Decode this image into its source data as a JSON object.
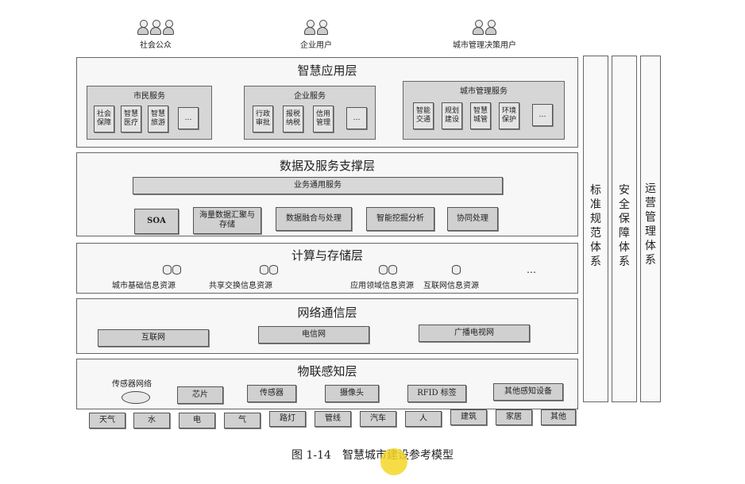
{
  "users": [
    {
      "label": "社会公众",
      "icon": "people-group-icon"
    },
    {
      "label": "企业用户",
      "icon": "enterprise-user-icon"
    },
    {
      "label": "城市管理决策用户",
      "icon": "city-manager-icon"
    }
  ],
  "app_layer": {
    "title": "智慧应用层",
    "groups": [
      {
        "title": "市民服务",
        "items": [
          "社会保障",
          "智慧医疗",
          "智慧旅游",
          "…"
        ]
      },
      {
        "title": "企业服务",
        "items": [
          "行政审批",
          "报税纳税",
          "信用管理",
          "…"
        ]
      },
      {
        "title": "城市管理服务",
        "items": [
          "智能交通",
          "规划建设",
          "智慧城管",
          "环境保护",
          "…"
        ]
      }
    ]
  },
  "data_layer": {
    "title": "数据及服务支撑层",
    "common_service": "业务通用服务",
    "items": [
      "SOA",
      "海量数据汇聚与存储",
      "数据融合与处理",
      "智能挖掘分析",
      "协同处理"
    ]
  },
  "compute_layer": {
    "title": "计算与存储层",
    "resources": [
      "城市基础信息资源",
      "共享交换信息资源",
      "应用领域信息资源",
      "互联网信息资源"
    ],
    "more": "…"
  },
  "network_layer": {
    "title": "网络通信层",
    "items": [
      "互联网",
      "电信网",
      "广播电视网"
    ]
  },
  "iot_layer": {
    "title": "物联感知层",
    "sensor_network": "传感器网络",
    "devices": [
      "芯片",
      "传感器",
      "摄像头",
      "RFID 标签",
      "其他感知设备"
    ],
    "objects": [
      "天气",
      "水",
      "电",
      "气",
      "路灯",
      "管线",
      "汽车",
      "人",
      "建筑",
      "家居",
      "其他"
    ]
  },
  "pillars": [
    "标准规范体系",
    "安全保障体系",
    "运营管理体系"
  ],
  "caption": "图 1-14　智慧城市建设参考模型"
}
